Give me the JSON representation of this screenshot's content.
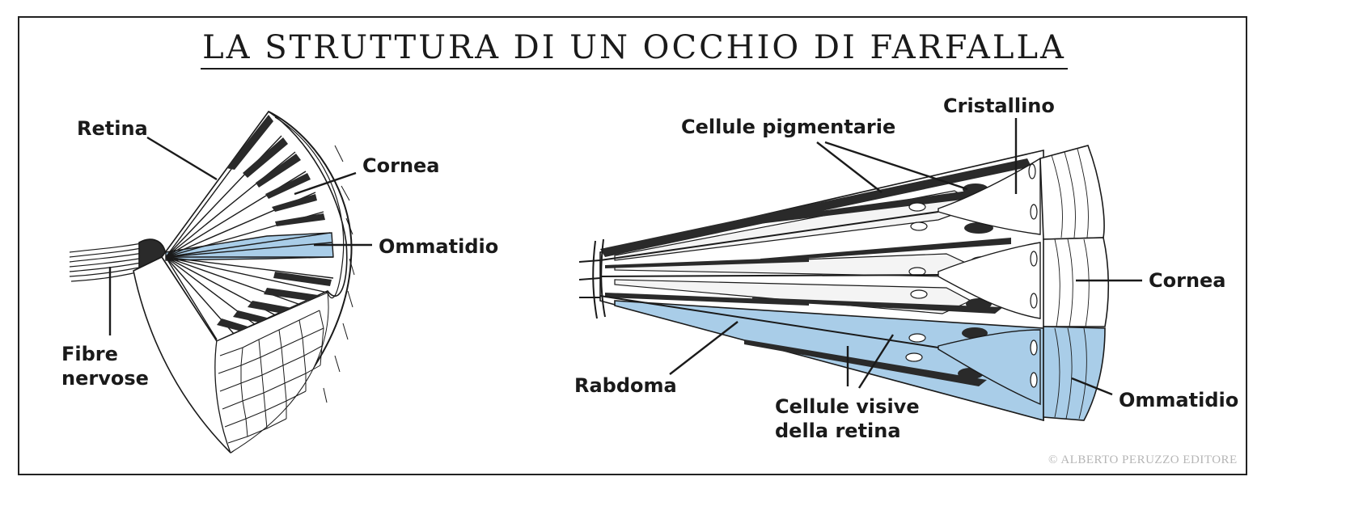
{
  "title": "LA STRUTTURA DI UN OCCHIO DI FARFALLA",
  "credit": "© ALBERTO PERUZZO EDITORE",
  "colors": {
    "highlight": "#a9cde8",
    "ink": "#1a1a1a",
    "dark_pigment": "#2a2a2a",
    "frame": "#222222"
  },
  "left_diagram": {
    "labels": {
      "retina": "Retina",
      "cornea": "Cornea",
      "ommatidio": "Ommatidio",
      "fibre": "Fibre\nnervose"
    }
  },
  "right_diagram": {
    "labels": {
      "cellule_pigmentarie": "Cellule pigmentarie",
      "cristallino": "Cristallino",
      "cornea": "Cornea",
      "ommatidio": "Ommatidio",
      "rabdoma": "Rabdoma",
      "cellule_visive": "Cellule visive\ndella retina"
    }
  }
}
